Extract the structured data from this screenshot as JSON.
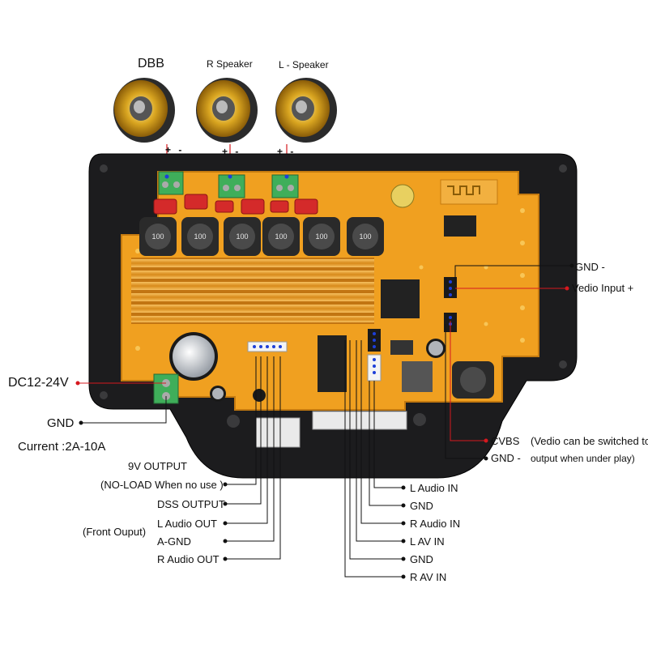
{
  "speakers": [
    {
      "label": "DBB",
      "polarity": "+ -"
    },
    {
      "label": "R Speaker",
      "polarity": "+ -"
    },
    {
      "label": "L - Speaker",
      "polarity": "+ -"
    }
  ],
  "inductor_marking": "100",
  "right_callouts": {
    "gnd_top": "GND -",
    "video_input": "Vedio Input +",
    "cvbs": "CVBS",
    "cvbs_note_1": "(Vedio can be switched to",
    "gnd_bottom": "GND -",
    "cvbs_note_2": "output when under play)"
  },
  "power": {
    "dc": "DC12-24V",
    "gnd": "GND",
    "current": "Current :2A-10A"
  },
  "left_outputs": {
    "9v_output": "9V OUTPUT",
    "no_load": "(NO-LOAD When no use )",
    "dss_output": "DSS OUTPUT",
    "l_audio_out": "L Audio OUT",
    "a_gnd": "A-GND",
    "r_audio_out": "R Audio OUT",
    "front_output": "(Front Ouput)"
  },
  "right_inputs": {
    "l_audio_in": "L  Audio IN",
    "gnd_1": "GND",
    "r_audio_in": "R Audio IN",
    "l_av_in": "L AV IN",
    "gnd_2": "GND",
    "r_av_in": "R AV IN"
  },
  "colors": {
    "board": "#f0a020",
    "board_dark": "#c47a10",
    "enclosure": "#1c1c1e",
    "heatsink": "#e8a030",
    "terminal": "#3fae5a",
    "capacitor_red": "#d42a2a",
    "callout_red": "#d6191f",
    "line": "#111111",
    "pin_blue": "#1d3fd8"
  }
}
